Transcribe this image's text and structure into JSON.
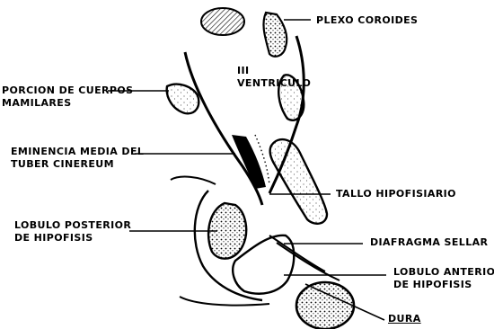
{
  "diagram": {
    "labels": {
      "plexo_coroides": "PLEXO COROIDES",
      "ventriculo_line1": "III",
      "ventriculo_line2": "VENTRICULO",
      "porcion_line1": "PORCION DE CUERPOS",
      "porcion_line2": "MAMILARES",
      "eminencia_line1": "EMINENCIA MEDIA DEL",
      "eminencia_line2": "TUBER CINEREUM",
      "tallo": "TALLO HIPOFISIARIO",
      "lobulo_post_line1": "LOBULO POSTERIOR",
      "lobulo_post_line2": "DE HIPOFISIS",
      "diafragma": "DIAFRAGMA SELLAR",
      "lobulo_ant_line1": "LOBULO ANTERIOR",
      "lobulo_ant_line2": "DE HIPOFISIS",
      "dura": "DURA"
    },
    "colors": {
      "ink": "#000000",
      "paper": "#ffffff"
    }
  }
}
